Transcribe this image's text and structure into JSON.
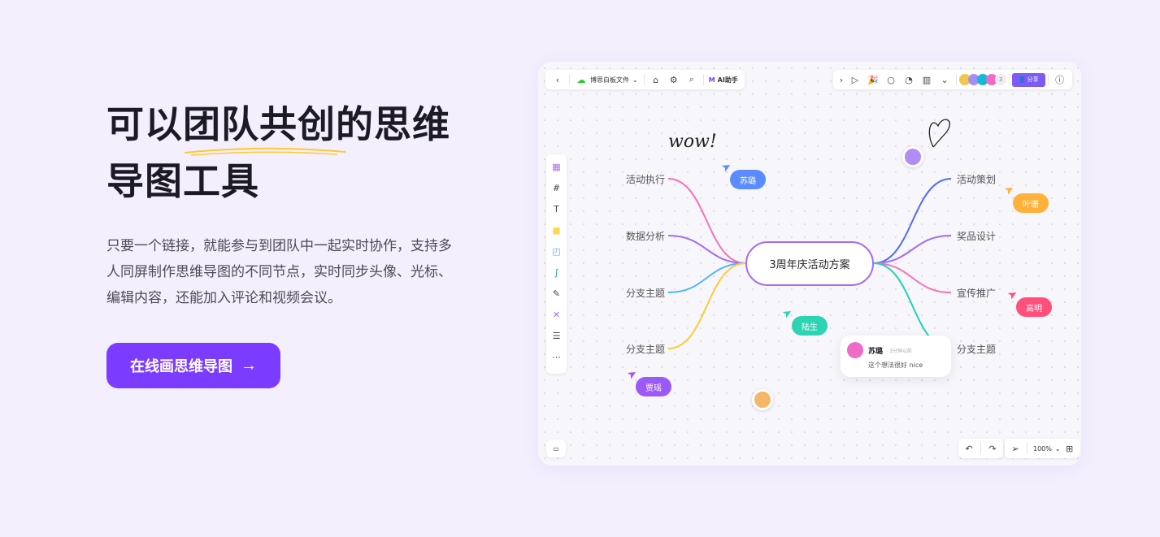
{
  "hero": {
    "title_line1": "可以团队共创的思维",
    "title_line2": "导图工具",
    "description": "只要一个链接，就能参与到团队中一起实时协作，支持多人同屏制作思维导图的不同节点，实时同步头像、光标、编辑内容，还能加入评论和视频会议。",
    "cta_label": "在线画思维导图",
    "cta_icon": "arrow-right-icon"
  },
  "colors": {
    "accent": "#7c3cff",
    "background": "#f3effd"
  },
  "toolbar": {
    "file_name": "博思白板文件",
    "ai_label": "AI助手",
    "collaborator_count": "3",
    "share_label": "分享",
    "zoom": "100%"
  },
  "mindmap": {
    "center": "3周年庆活动方案",
    "left": [
      {
        "label": "活动执行",
        "color": "#f472b6"
      },
      {
        "label": "数据分析",
        "color": "#a66cf7"
      },
      {
        "label": "分支主题",
        "color": "#4fb4ff"
      },
      {
        "label": "分支主题",
        "color": "#ffcc33"
      }
    ],
    "right": [
      {
        "label": "活动策划",
        "color": "#4f6cf5"
      },
      {
        "label": "奖品设计",
        "color": "#a66cf7"
      },
      {
        "label": "宣传推广",
        "color": "#f472b6"
      },
      {
        "label": "分支主题",
        "color": "#20d3b0"
      }
    ]
  },
  "cursors": [
    {
      "name": "苏璐",
      "color": "#5b8cff"
    },
    {
      "name": "叶珊",
      "color": "#ffb13b"
    },
    {
      "name": "高明",
      "color": "#ff4f7b"
    },
    {
      "name": "陆生",
      "color": "#2dd4b4"
    },
    {
      "name": "贾瑶",
      "color": "#9b59f5"
    }
  ],
  "doodle": "wow!",
  "comment": {
    "author": "苏璐",
    "time": "3分钟以前",
    "text": "这个想法很好 nice"
  }
}
